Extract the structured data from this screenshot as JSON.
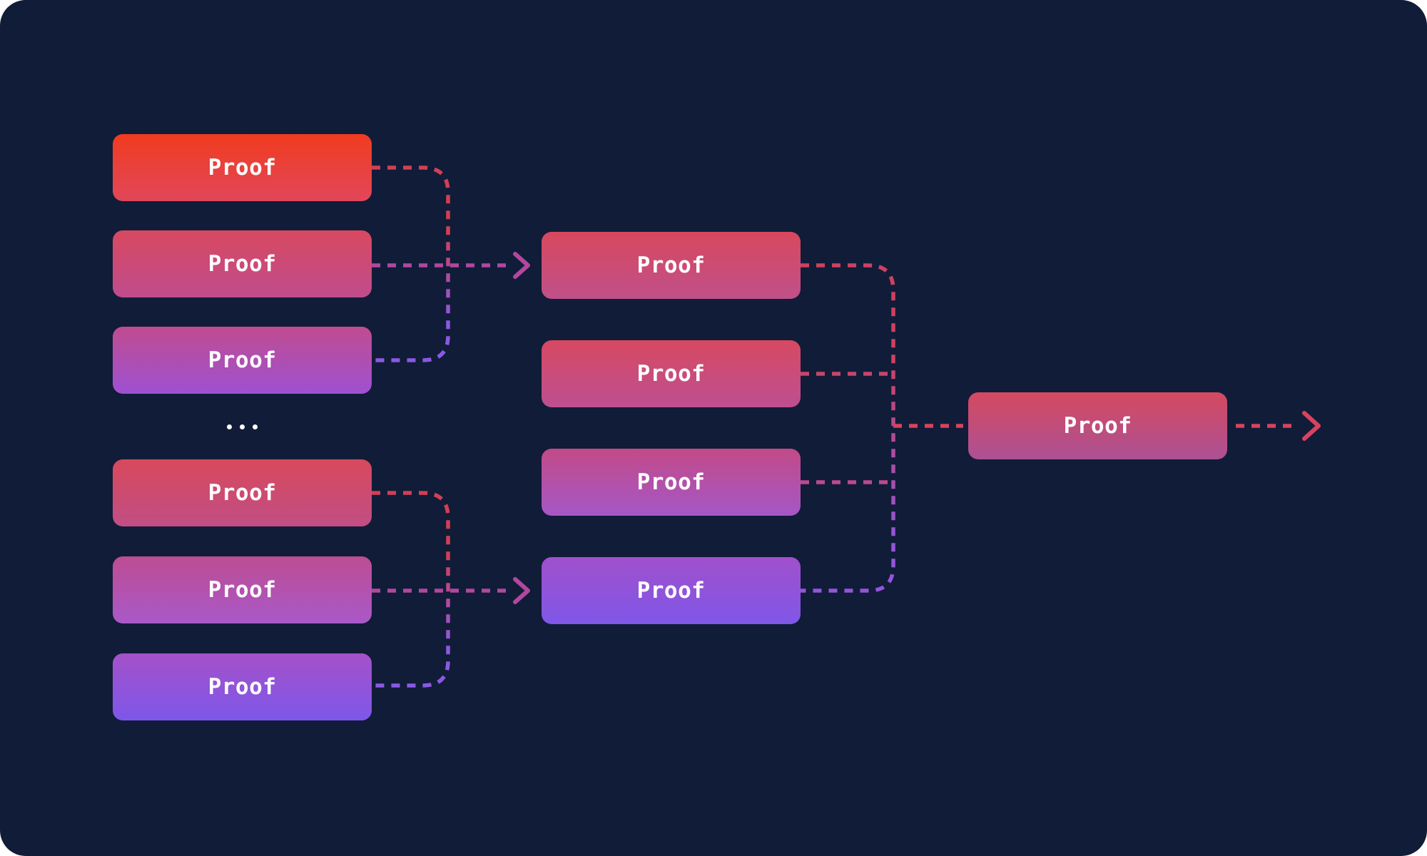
{
  "canvas": {
    "background": "#111c38"
  },
  "ellipsis": "...",
  "nodes": {
    "left": [
      {
        "label": "Proof",
        "gradient": [
          "#f13b1f",
          "#e1475a"
        ]
      },
      {
        "label": "Proof",
        "gradient": [
          "#d84960",
          "#bf4c8e"
        ]
      },
      {
        "label": "Proof",
        "gradient": [
          "#c04c90",
          "#9e51d2"
        ]
      },
      {
        "label": "Proof",
        "gradient": [
          "#d8495c",
          "#c14e85"
        ]
      },
      {
        "label": "Proof",
        "gradient": [
          "#bd4d92",
          "#a958c9"
        ]
      },
      {
        "label": "Proof",
        "gradient": [
          "#a551c8",
          "#7d57ea"
        ]
      }
    ],
    "middle": [
      {
        "label": "Proof",
        "gradient": [
          "#d8485e",
          "#c05089"
        ]
      },
      {
        "label": "Proof",
        "gradient": [
          "#d74961",
          "#bd4f92"
        ]
      },
      {
        "label": "Proof",
        "gradient": [
          "#c24a87",
          "#a557c7"
        ]
      },
      {
        "label": "Proof",
        "gradient": [
          "#a050cc",
          "#8057e8"
        ]
      }
    ],
    "final": {
      "label": "Proof",
      "gradient": [
        "#d54960",
        "#ac5194"
      ]
    }
  },
  "connectors": {
    "red": "#d23f55",
    "magenta": "#b2479d",
    "purple": "#8b59e4",
    "m1_branch": "#ce4160",
    "m2_branch": "#c8456b",
    "m3_branch": "#bb4a8e",
    "m4_branch": "#9455da",
    "final_arrow": "#d7435e"
  }
}
